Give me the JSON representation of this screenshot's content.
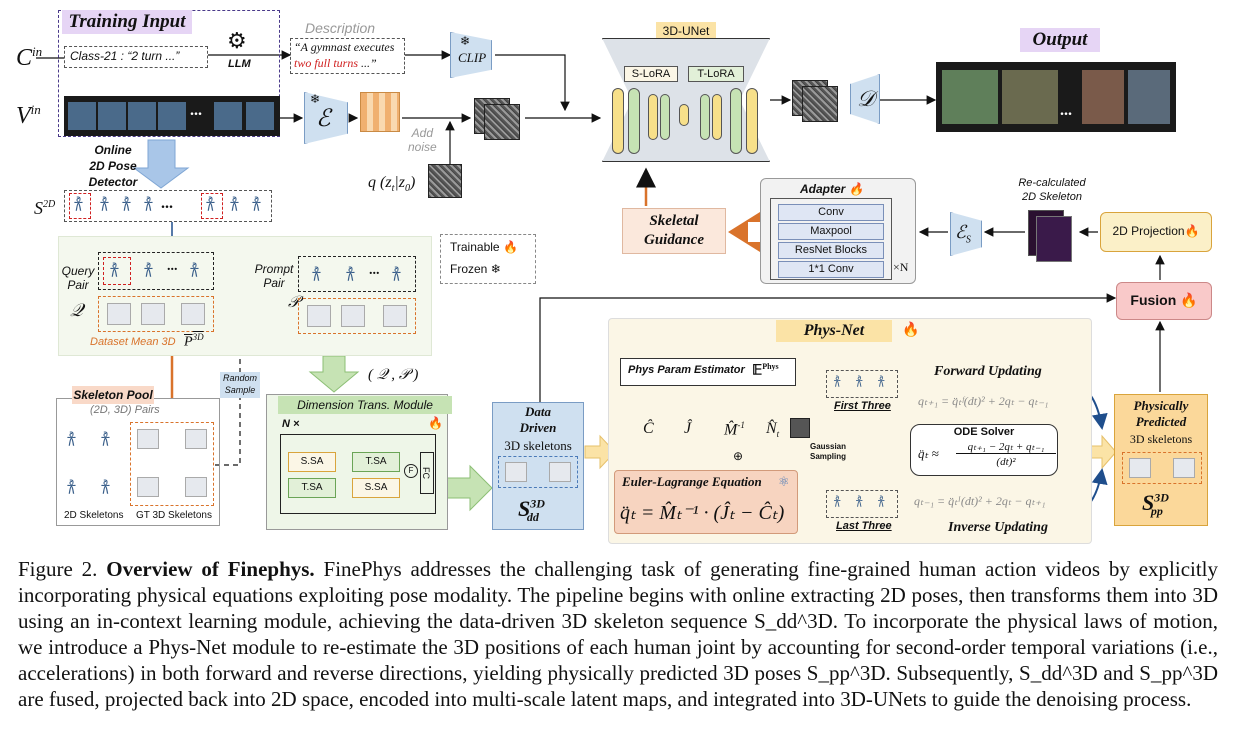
{
  "training_input": {
    "title": "Training Input",
    "c_label": "C",
    "c_sup": "in",
    "v_label": "V",
    "v_sup": "in",
    "class_text": "Class-21 : “2 turn ...”",
    "llm_label": "LLM",
    "ellipsis": "..."
  },
  "description": {
    "title": "Description",
    "text_1": "“A gymnast executes",
    "text_2_red": "two full turns",
    "text_2_rest": " ...”"
  },
  "clip": {
    "label": "CLIP",
    "snow": "❄"
  },
  "encoder": {
    "label": "ℰ",
    "snow": "❄"
  },
  "noise": {
    "add_noise_1": "Add",
    "add_noise_2": "noise",
    "q_label": "q (z",
    "q_rest": "|z",
    "q_end": ")"
  },
  "unet": {
    "title": "3D-UNet",
    "s_lora": "S-LoRA",
    "t_lora": "T-LoRA"
  },
  "decoder": {
    "label": "𝒟"
  },
  "output": {
    "title": "Output"
  },
  "pose_detector": {
    "line1": "Online",
    "line2": "2D Pose",
    "line3": "Detector",
    "s2d_label": "S",
    "s2d_sup": "2D"
  },
  "legend": {
    "trainable": "Trainable",
    "frozen": "Frozen",
    "fire": "🔥",
    "snow": "❄"
  },
  "incontext": {
    "query_pair_1": "Query",
    "query_pair_2": "Pair",
    "q_symbol": "𝒬",
    "prompt_pair_1": "Prompt",
    "prompt_pair_2": "Pair",
    "p_symbol": "𝒫",
    "dataset_mean": "Dataset Mean 3D",
    "p3d": "P",
    "p3d_sup": "3D",
    "random_sample_1": "Random",
    "random_sample_2": "Sample",
    "qp_label": "( 𝒬 , 𝒫 )"
  },
  "skeleton_pool": {
    "title": "Skeleton Pool",
    "pairs": "(2D, 3D) Pairs",
    "label_2d": "2D Skeletons",
    "label_3d": "GT 3D Skeletons"
  },
  "dim_trans": {
    "title": "Dimension Trans. Module",
    "n_times": "N ×",
    "ssa_1": "S.SA",
    "tsa_1": "T.SA",
    "tsa_2": "T.SA",
    "ssa_2": "S.SA",
    "fc": "FC",
    "f": "F"
  },
  "data_driven": {
    "line1": "Data",
    "line2": "Driven",
    "line3": "3D skeletons",
    "s_label": "S",
    "s_sup": "3D",
    "s_sub": "dd"
  },
  "adapter": {
    "title": "Adapter",
    "layers": [
      "Conv",
      "Maxpool",
      "ResNet Blocks",
      "1*1 Conv"
    ],
    "times_n": "×N",
    "es_label": "ℰ",
    "es_sub": "S"
  },
  "skeletal_guidance": {
    "line1": "Skeletal",
    "line2": "Guidance"
  },
  "recalc": {
    "line1": "Re-calculated",
    "line2": "2D Skeleton"
  },
  "projection": {
    "label": "2D Projection"
  },
  "fusion": {
    "label": "Fusion"
  },
  "phys_net": {
    "title": "Phys-Net",
    "estimator": "Phys Param Estimator",
    "estimator_sym": "𝔼",
    "estimator_sup": "Phys",
    "c_hat": "Ĉ",
    "j_hat": "Ĵ",
    "m_inv": "M̂",
    "m_inv_sup": "-1",
    "n_hat": "N̂",
    "n_sub": "t",
    "gaussian_1": "Gaussian",
    "gaussian_2": "Sampling",
    "el_title": "Euler-Lagrange Equation",
    "el_eq": "q̈ₜ = M̂ₜ⁻¹ · (Ĵₜ − Ĉₜ)",
    "forward": "Forward Updating",
    "first_three": "First Three",
    "forward_eq": "qₜ₊₁ = q̈ₜᶠ(dt)² + 2qₜ − qₜ₋₁",
    "ode_title": "ODE Solver",
    "ode_eq_left": "q̈ₜ ≈",
    "ode_num": "qₜ₊₁ − 2qₜ + qₜ₋₁",
    "ode_den": "(dt)²",
    "last_three": "Last Three",
    "inverse_eq": "qₜ₋₁ = q̈ₜᴵ(dt)² + 2qₜ − qₜ₊₁",
    "inverse": "Inverse Updating"
  },
  "phys_pred": {
    "line1": "Physically",
    "line2": "Predicted",
    "line3": "3D skeletons",
    "s_label": "S",
    "s_sup": "3D",
    "s_sub": "pp"
  },
  "caption": {
    "prefix": "Figure 2. ",
    "bold": "Overview of Finephys.",
    "text": " FinePhys addresses the challenging task of generating fine-grained human action videos by explicitly incorporating physical equations exploiting pose modality. The pipeline begins with online extracting 2D poses, then transforms them into 3D using an in-context learning module, achieving the data-driven 3D skeleton sequence S_dd^3D. To incorporate the physical laws of motion, we introduce a Phys-Net module to re-estimate the 3D positions of each human joint by accounting for second-order temporal variations (i.e., accelerations) in both forward and reverse directions, yielding physically predicted 3D poses S_pp^3D. Subsequently, S_dd^3D and S_pp^3D are fused, projected back into 2D space, encoded into multi-scale latent maps, and integrated into 3D-UNets to guide the denoising process."
  },
  "colors": {
    "purple_title": "#e6d5f5",
    "blue_box": "#cfe0f0",
    "yellow_box": "#fbe3a6",
    "orange": "#d9732b",
    "green_title": "#c6e3b4",
    "pink_fusion": "#f9c9c9",
    "phys_bg": "#fbf6e6"
  }
}
